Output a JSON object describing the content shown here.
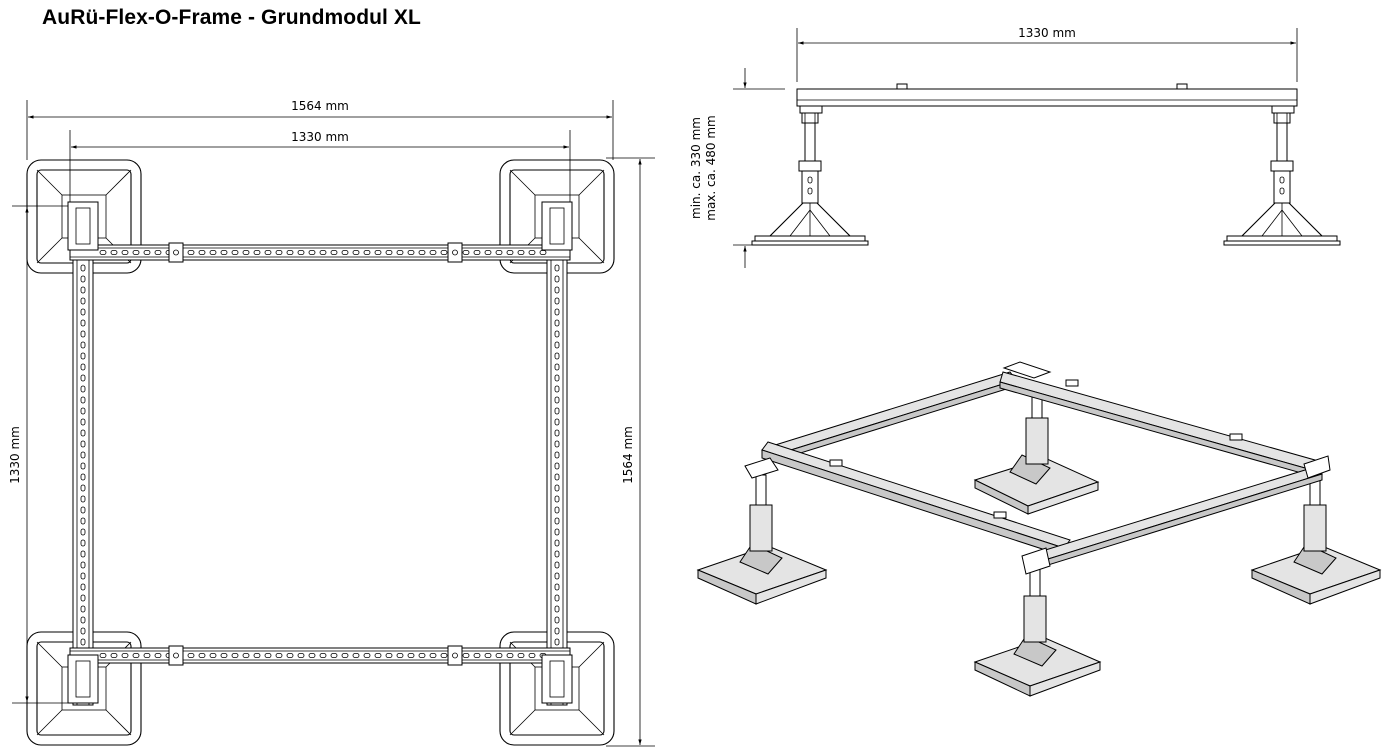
{
  "title": "AuRü-Flex-O-Frame - Grundmodul XL",
  "top_view": {
    "dim_outer_width": "1564 mm",
    "dim_inner_width": "1330 mm",
    "dim_left_height": "1330 mm",
    "dim_right_height": "1564 mm"
  },
  "side_view": {
    "dim_width": "1330 mm",
    "height_min": "min. ca. 330 mm",
    "height_max": "max. ca. 480 mm"
  },
  "iso_view": {}
}
